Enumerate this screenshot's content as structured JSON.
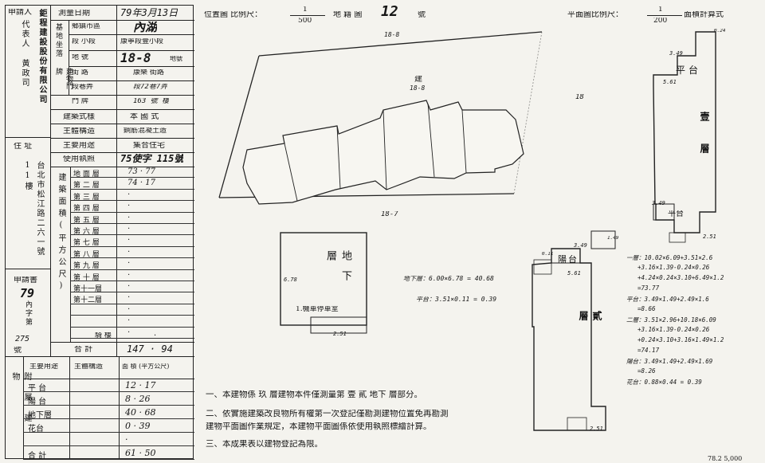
{
  "left_form": {
    "applicant_label": "申請人",
    "applicant_company": "鉅程建設股份有限公司",
    "representative": "代表人 黃政司",
    "address_label": "住 址",
    "address": "台北市松江路二六一號11樓",
    "app_no_label": "申請書",
    "app_no_year": "79",
    "app_no_word": "內字第",
    "app_no_number": "275",
    "app_no_suffix": "號",
    "survey_date_label": "測量日期",
    "survey_date": "79年3月13日",
    "district_label": "鄉鎮市區",
    "district": "內湖",
    "section_label": "段 小段",
    "section": "康寧段壹小段",
    "lot_label": "地 號",
    "lot": "18-8",
    "lot_suffix": "地號",
    "street_label": "街 路",
    "street": "康樂 街路",
    "lane_label": "段巷弄",
    "lane": "段72巷7弄",
    "door_label": "門 牌",
    "door": "163 號 樓",
    "left_vertical_1": "基地坐落",
    "left_vertical_2": "建物門牌",
    "style_label": "建築式樣",
    "style": "本 國 式",
    "structure_label": "主體構造",
    "structure": "鋼筋混凝土造",
    "use_label": "主要用途",
    "use": "集合住宅",
    "license_label": "使用執照",
    "license": "75使字 115號",
    "area_vertical": "建築面積(平方公尺)",
    "floors": [
      {
        "name": "地 面 層",
        "value": "73 · 77"
      },
      {
        "name": "第 二 層",
        "value": "74 · 17"
      },
      {
        "name": "第 三 層",
        "value": "·"
      },
      {
        "name": "第 四 層",
        "value": "·"
      },
      {
        "name": "第 五 層",
        "value": "·"
      },
      {
        "name": "第 六 層",
        "value": "·"
      },
      {
        "name": "第 七 層",
        "value": "·"
      },
      {
        "name": "第 八 層",
        "value": "·"
      },
      {
        "name": "第 九 層",
        "value": "·"
      },
      {
        "name": "第 十 層",
        "value": "·"
      },
      {
        "name": "第十一層",
        "value": "·"
      },
      {
        "name": "第十二層",
        "value": "·"
      },
      {
        "name": "",
        "value": "·"
      },
      {
        "name": "",
        "value": "·"
      },
      {
        "name": "",
        "value": "·"
      }
    ],
    "attached_label": "騎 樓",
    "attached_value": "·",
    "total_label": "合 計",
    "total_value": "147 · 94",
    "annex_side": "附屬建物",
    "annex_headers": [
      "主要用途",
      "主體構造",
      "面 積 (平方公尺)"
    ],
    "annex_rows": [
      {
        "use": "平 台",
        "structure": "",
        "value": "12 · 17"
      },
      {
        "use": "陽 台",
        "structure": "",
        "value": "8 · 26"
      },
      {
        "use": "地下層",
        "structure": "",
        "value": "40 · 68"
      },
      {
        "use": "花台",
        "structure": "",
        "value": "0 · 39"
      },
      {
        "use": "",
        "structure": "",
        "value": "·"
      },
      {
        "use": "合 計",
        "structure": "",
        "value": "61 · 50"
      }
    ]
  },
  "location": {
    "title_prefix": "位置圖 比例尺：",
    "scale_num": "1",
    "scale_den": "500",
    "sheet_prefix": "地 籍 圖",
    "sheet_no": "12",
    "sheet_suffix": "號",
    "lot_top": "18-8",
    "lot_main": "18-8",
    "lot_main_mark": "建",
    "lot_bottom": "18-7",
    "lot_right": "18"
  },
  "plan": {
    "title_prefix": "平面圖比例尺：",
    "scale_num": "1",
    "scale_den": "200",
    "title_suffix": "面積計算式",
    "basement_label": "地下層",
    "basement_sub": "1.機車停車室",
    "basement_calc": "地下層：6.00×6.78 = 40.68",
    "platform_calc": "平台：3.51×0.11 = 0.39",
    "first_floor": "壹層",
    "second_floor": "貳層",
    "platform_label": "平台",
    "balcony_label": "陽台",
    "platform_label_2": "平台",
    "dims": [
      "3.49",
      "5.61",
      "2.51",
      "6.78",
      "3.49",
      "5.61",
      "2.51",
      "3.49",
      "2.51",
      "0.24",
      "0.11",
      "1.49"
    ],
    "calc_lines": [
      "一層：10.02×6.09+3.51×2.6",
      "+3.16×1.39-0.24×0.26",
      "+4.24×0.24×3.10+6.49×1.2",
      "=73.77",
      "平台：3.49×1.49+2.49×1.6",
      "=8.66",
      "二層：3.51×2.96+10.18×6.09",
      "+3.16×1.39-0.24×0.26",
      "+0.24×3.10+3.16×1.49×1.2",
      "=74.17",
      "陽台：3.49×1.49+2.49×1.69",
      "=8.26",
      "花台：0.88×0.44 = 0.39"
    ]
  },
  "notes": [
    "一、本建物係   玖   層建物本件僅測量第 壹 貳 地下 層部分。",
    "二、依實施建築改良物所有權第一次登記僅勘測建物位置免再勘測",
    "    建物平面圖作業規定，本建物平面圖係依使用執照標繪計算。",
    "三、本成果表以建物登記為限。"
  ],
  "footer_code": "78.2 5,000"
}
